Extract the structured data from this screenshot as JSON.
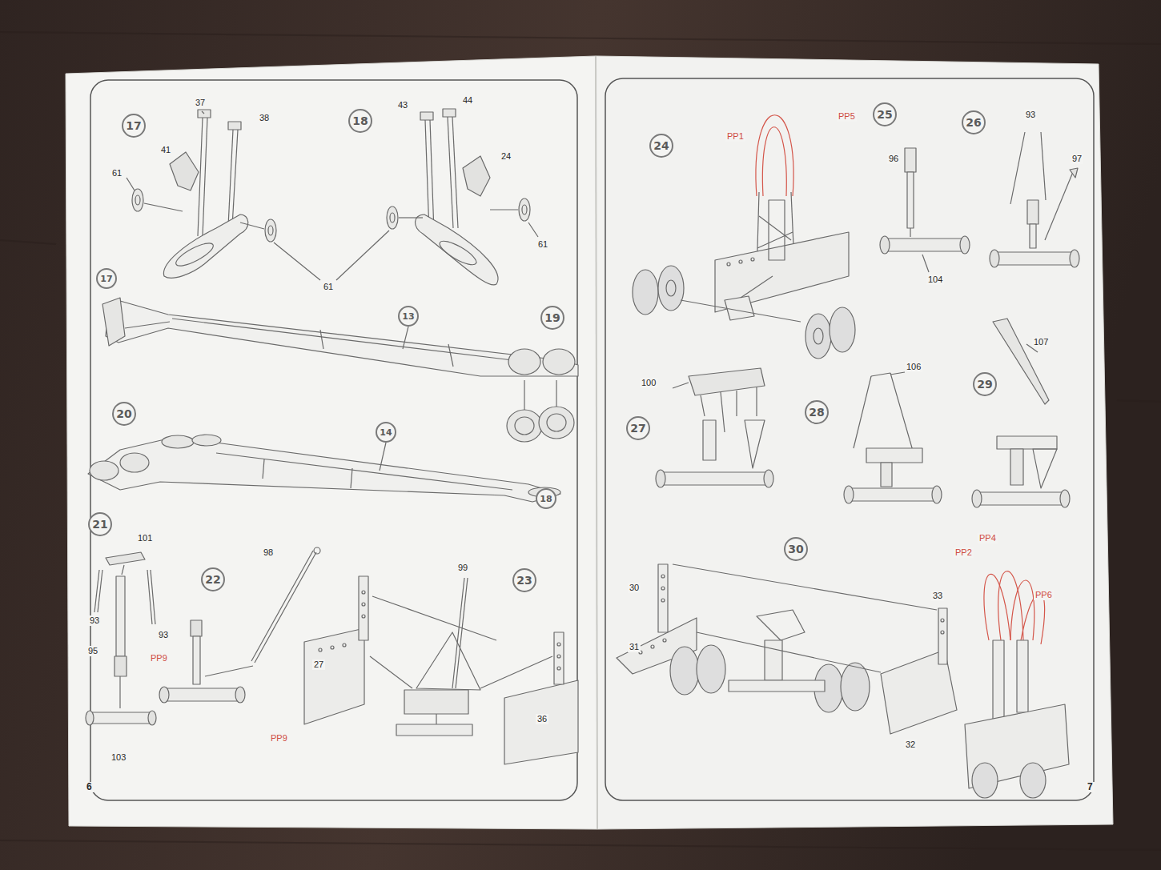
{
  "diagram": {
    "nodes": [
      {
        "text": [
          "17"
        ]
      },
      {
        "text": [
          "18"
        ]
      },
      {
        "text": [
          "17"
        ]
      },
      {
        "text": [
          "13"
        ]
      },
      {
        "text": [
          "19"
        ]
      },
      {
        "text": [
          "20"
        ]
      },
      {
        "text": [
          "14"
        ]
      },
      {
        "text": [
          "18"
        ]
      },
      {
        "text": [
          "21"
        ]
      },
      {
        "text": [
          "22"
        ]
      },
      {
        "text": [
          "23"
        ]
      },
      {
        "text": [
          "24"
        ]
      },
      {
        "text": [
          "25"
        ]
      },
      {
        "text": [
          "26"
        ]
      },
      {
        "text": [
          "27"
        ]
      },
      {
        "text": [
          "28"
        ]
      },
      {
        "text": [
          "29"
        ]
      },
      {
        "text": [
          "30"
        ]
      }
    ],
    "labels": [
      "37",
      "38",
      "41",
      "61",
      "43",
      "44",
      "24",
      "61",
      "61",
      "101",
      "93",
      "93",
      "95",
      "103",
      "98",
      "PP9",
      "PP9",
      "99",
      "27",
      "36",
      "6",
      "PP1",
      "PP5",
      "96",
      "104",
      "93",
      "97",
      "100",
      "106",
      "107",
      "30",
      "31",
      "33",
      "32",
      "PP2",
      "PP4",
      "PP6",
      "7"
    ]
  }
}
